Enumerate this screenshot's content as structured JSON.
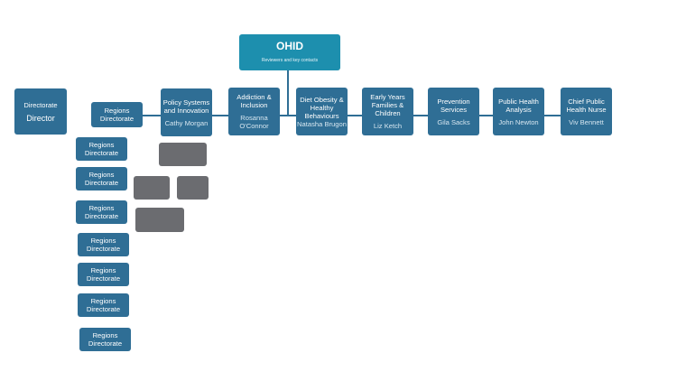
{
  "ohid": {
    "title": "OHID",
    "subtitle": "Reviewers and key contacts"
  },
  "director_box": {
    "label": "Directorate",
    "name": "Director"
  },
  "directorates": [
    {
      "title": "Regions Directorate",
      "name": ""
    },
    {
      "title": "Policy Systems and Innovation",
      "name": "Cathy Morgan"
    },
    {
      "title": "Addiction & Inclusion",
      "name": "Rosanna O'Connor"
    },
    {
      "title": "Diet Obesity & Healthy Behaviours",
      "name": "Natasha Brugon"
    },
    {
      "title": "Early Years Families & Children",
      "name": "Liz Ketch"
    },
    {
      "title": "Prevention Services",
      "name": "Gila Sacks"
    },
    {
      "title": "Public Health Analysis",
      "name": "John Newton"
    },
    {
      "title": "Chief Public Health Nurse",
      "name": "Viv Bennett"
    }
  ],
  "regions": [
    "Regions Directorate",
    "Regions Directorate",
    "Regions Directorate",
    "Regions Directorate",
    "Regions Directorate",
    "Regions Directorate",
    "Regions Directorate"
  ],
  "colors": {
    "node": "#2f6e95",
    "ohid": "#1d8fae",
    "redacted": "#6b6c70",
    "background": "#ffffff"
  }
}
